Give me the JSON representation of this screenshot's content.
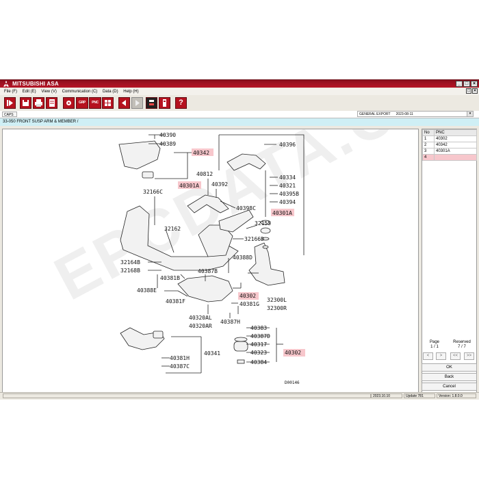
{
  "window": {
    "title": "MITSUBISHI ASA",
    "min_label": "_",
    "max_label": "□",
    "close_label": "×",
    "mdi_restore": "□",
    "mdi_close": "×"
  },
  "menu": {
    "file": "File (F)",
    "edit": "Edit (E)",
    "view": "View (V)",
    "communication": "Communication (C)",
    "data": "Data (D)",
    "help": "Help (H)"
  },
  "toolbar": {
    "grp": "GRP",
    "pnc": "PNC",
    "help": "?"
  },
  "caps": {
    "tab": "CAPS",
    "export": "GENERAL EXPORT",
    "export_date": "2023-08-11",
    "dropdown": "▾"
  },
  "path": "33-050  FRONT SUSP ARM & MEMBER /",
  "watermark": "EPCDATA.COM",
  "diagram": {
    "code": "D00146",
    "labels": {
      "p40390": "40390",
      "p40389": "40389",
      "p40342": "40342",
      "p40396": "40396",
      "p40812": "40812",
      "p40301A_l": "40301A",
      "p40392": "40392",
      "p32166C": "32166C",
      "p40334": "40334",
      "p40321": "40321",
      "p40395B": "40395B",
      "p40394": "40394",
      "p40398C": "40398C",
      "p40301A_r": "40301A",
      "p32162": "32162",
      "p32155": "32155",
      "p32166D": "32166D",
      "p40388D": "40388D",
      "p32164B": "32164B",
      "p32168B": "32168B",
      "p40387B": "40387B",
      "p40381B": "40381B",
      "p40388E": "40388E",
      "p40302_m": "40302",
      "p32300L": "32300L",
      "p32300R": "32300R",
      "p40381F": "40381F",
      "p40381G": "40381G",
      "p40320AL": "40320AL",
      "p40320AR": "40320AR",
      "p40387H": "40387H",
      "p40383": "40383",
      "p40387D": "40387D",
      "p40341": "40341",
      "p40317": "40317",
      "p40323": "40323",
      "p40302_b": "40302",
      "p40381H": "40381H",
      "p40387C": "40387C",
      "p40384": "40384"
    }
  },
  "pnc_table": {
    "headers": [
      "No",
      "PNC"
    ],
    "rows": [
      {
        "no": "1",
        "pnc": "40302"
      },
      {
        "no": "2",
        "pnc": "40342"
      },
      {
        "no": "3",
        "pnc": "40301A"
      },
      {
        "no": "4",
        "pnc": ""
      }
    ]
  },
  "pager": {
    "page_label": "Page",
    "page_value": "1 / 1",
    "reserved_label": "Reserved",
    "reserved_value": "7 / 7",
    "prev": "<",
    "next": ">",
    "first": "<<",
    "last": ">>"
  },
  "buttons": {
    "ok": "OK",
    "back": "Back",
    "cancel": "Cancel"
  },
  "status": {
    "date": "2023.10.10",
    "update": "Update 781",
    "version": "Version: 1.8.0.0"
  },
  "colors": {
    "brand_red": "#b5121f",
    "highlight": "#f7c7cc",
    "path_bg": "#cfeff5"
  }
}
